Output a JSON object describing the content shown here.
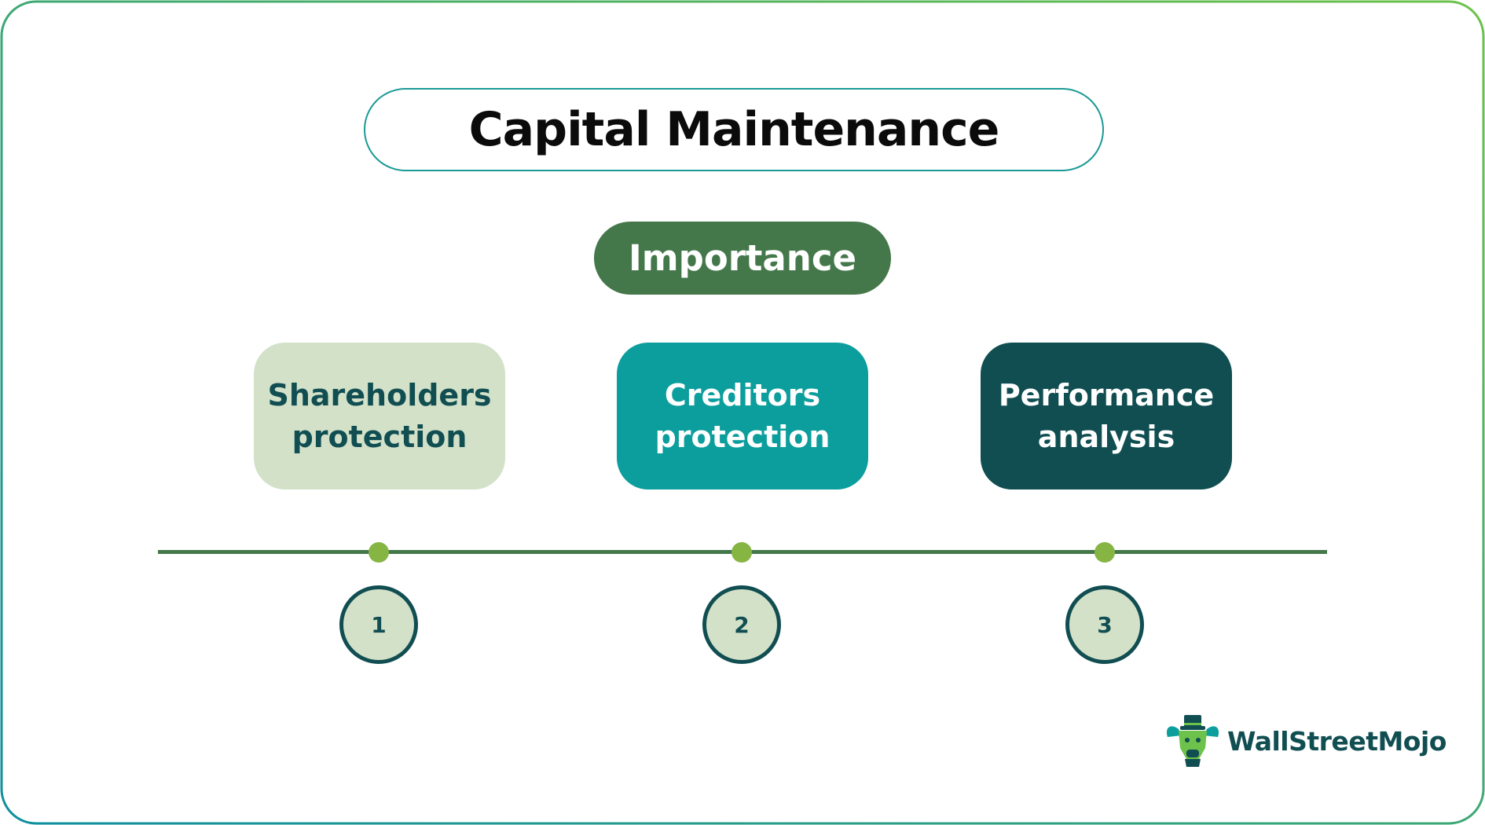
{
  "title": "Capital Maintenance",
  "subtitle": "Importance",
  "items": [
    {
      "number": "1",
      "label": "Shareholders\nprotection"
    },
    {
      "number": "2",
      "label": "Creditors\nprotection"
    },
    {
      "number": "3",
      "label": "Performance\nanalysis"
    }
  ],
  "logo": {
    "text": "WallStreetMojo",
    "icon": "bull-logo-icon"
  },
  "colors": {
    "border_gradient_start": "#0e8f9f",
    "border_gradient_end": "#6cc24a",
    "title_border": "#1a9a96",
    "importance_bg": "#44784b",
    "card1_bg": "#d3e1c9",
    "card2_bg": "#0b9e9d",
    "card3_bg": "#104e52",
    "timeline": "#44784b",
    "dot": "#86b544",
    "number_border": "#114e52"
  }
}
